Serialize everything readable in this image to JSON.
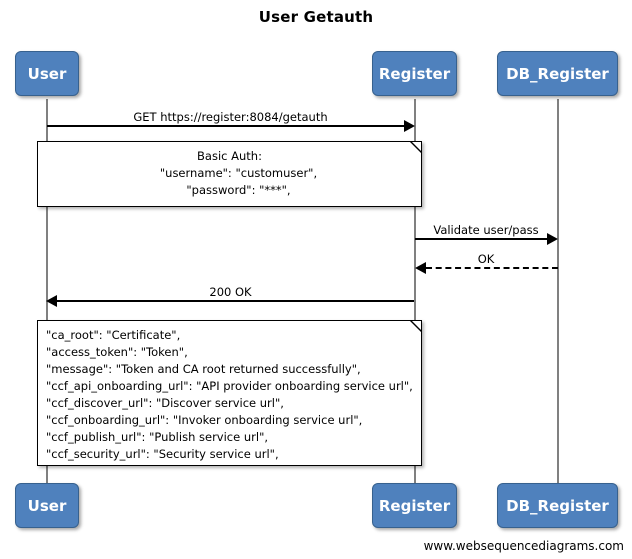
{
  "diagram": {
    "title": "User Getauth",
    "footer": "www.websequencediagrams.com",
    "colors": {
      "participant_fill": "#4f81bd",
      "participant_border": "#37618e",
      "participant_text": "#ffffff",
      "lifeline": "#808080",
      "message": "#000000",
      "note_fill": "#ffffff",
      "note_border": "#000000",
      "background": "#ffffff"
    }
  },
  "participants": [
    {
      "id": "user",
      "label": "User"
    },
    {
      "id": "register",
      "label": "Register"
    },
    {
      "id": "db_register",
      "label": "DB_Register"
    }
  ],
  "messages": [
    {
      "id": "m1",
      "label": "GET https://register:8084/getauth",
      "from": "user",
      "to": "register",
      "style": "solid",
      "direction": "right"
    },
    {
      "id": "m2",
      "label": "Validate user/pass",
      "from": "register",
      "to": "db_register",
      "style": "solid",
      "direction": "right"
    },
    {
      "id": "m3",
      "label": "OK",
      "from": "db_register",
      "to": "register",
      "style": "dashed",
      "direction": "left"
    },
    {
      "id": "m4",
      "label": "200 OK",
      "from": "register",
      "to": "user",
      "style": "solid",
      "direction": "left"
    }
  ],
  "notes": [
    {
      "id": "note-basic-auth",
      "align": "centered",
      "lines": [
        {
          "text": "Basic Auth:",
          "indent": false
        },
        {
          "text": "\"username\": \"customuser\",",
          "indent": true
        },
        {
          "text": "\"password\": \"***\",",
          "indent": true
        }
      ]
    },
    {
      "id": "note-response-body",
      "align": "left",
      "lines": [
        {
          "text": "\"ca_root\": \"Certificate\",",
          "indent": false
        },
        {
          "text": "\"access_token\": \"Token\",",
          "indent": false
        },
        {
          "text": "\"message\": \"Token and CA root returned successfully\",",
          "indent": false
        },
        {
          "text": "\"ccf_api_onboarding_url\": \"API provider onboarding service url\",",
          "indent": false
        },
        {
          "text": "\"ccf_discover_url\": \"Discover service url\",",
          "indent": false
        },
        {
          "text": "\"ccf_onboarding_url\": \"Invoker onboarding service url\",",
          "indent": false
        },
        {
          "text": "\"ccf_publish_url\": \"Publish service url\",",
          "indent": false
        },
        {
          "text": "\"ccf_security_url\": \"Security service url\",",
          "indent": false
        }
      ]
    }
  ]
}
